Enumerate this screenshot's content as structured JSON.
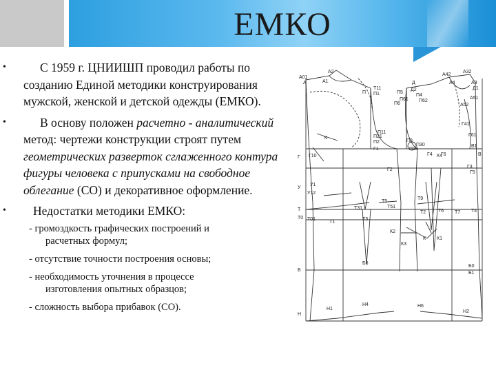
{
  "slide": {
    "title": "ЕМКО"
  },
  "paragraphs": [
    {
      "text": "С 1959 г. ЦНИИШП проводил работы по созданию Единой методики конструирования мужской, женской и детской одежды (ЕМКО)."
    },
    {
      "part1": "В основу  положен ",
      "italic1": "расчетно - аналитический",
      "part2": " метод: чертежи конструкции строят путем ",
      "italic2": "геометрических разверток сглаженного контура фигуры человека с припусками на свободное облегание",
      "part3": " (СО) и декоративное оформление."
    },
    {
      "text": "Недостатки методики ЕМКО:"
    }
  ],
  "drawbacks": [
    {
      "line1": "- громоздкость графических построений и",
      "line2": "расчетных формул;"
    },
    {
      "line1": "- отсутствие точности построения основы;"
    },
    {
      "line1": "- необходимость уточнения в процессе",
      "line2": "изготовления опытных образцов;"
    },
    {
      "line1": "- сложность  выбора прибавок (СО)."
    }
  ],
  "diagram": {
    "labels": {
      "a01": "А01",
      "a2": "А2",
      "a": "А",
      "a1": "А1",
      "t11": "Т11",
      "p": "П",
      "p1": "П1",
      "d": "Д",
      "d2": "Д2",
      "a42": "А42",
      "a32": "А32",
      "a4": "А4",
      "a3": "А3",
      "d1": "Д1",
      "p5": "П5",
      "p6": "П6",
      "p4": "П4",
      "p62": "П62",
      "p61": "П61",
      "a51": "А51",
      "a52": "А52",
      "p21": "П21",
      "n": "N",
      "p2": "П2",
      "g1": "Г1",
      "p3": "П3",
      "p30": "П30",
      "p10": "П10",
      "g": "Г",
      "g10": "Г10",
      "g2": "Г2",
      "g3": "Г3",
      "g5": "Г5",
      "g4": "Г4",
      "g6": "Г6",
      "y": "У",
      "y1": "У1",
      "y12": "У12",
      "t": "Т",
      "t0": "Т0",
      "t01": "Т01",
      "t31": "Т31",
      "t5": "Т5",
      "t51": "Т51",
      "t3": "Т3",
      "t6": "Т6",
      "t4": "Т4",
      "t9": "Т9",
      "t1": "Т1",
      "k2": "К2",
      "k": "К",
      "k1": "К1",
      "k3": "К3",
      "b": "Б",
      "b6": "Б6",
      "b0": "Б0",
      "b1": "Б1",
      "h": "Н",
      "h1": "Н1",
      "h4": "Н4",
      "h6": "Н6",
      "h2": "Н2",
      "v1": "В1",
      "v": "В",
      "t2": "Т2",
      "t7": "Т7",
      "k4": "К4",
      "g61": "Г61",
      "g41": "Г41",
      "p11": "П11"
    }
  }
}
